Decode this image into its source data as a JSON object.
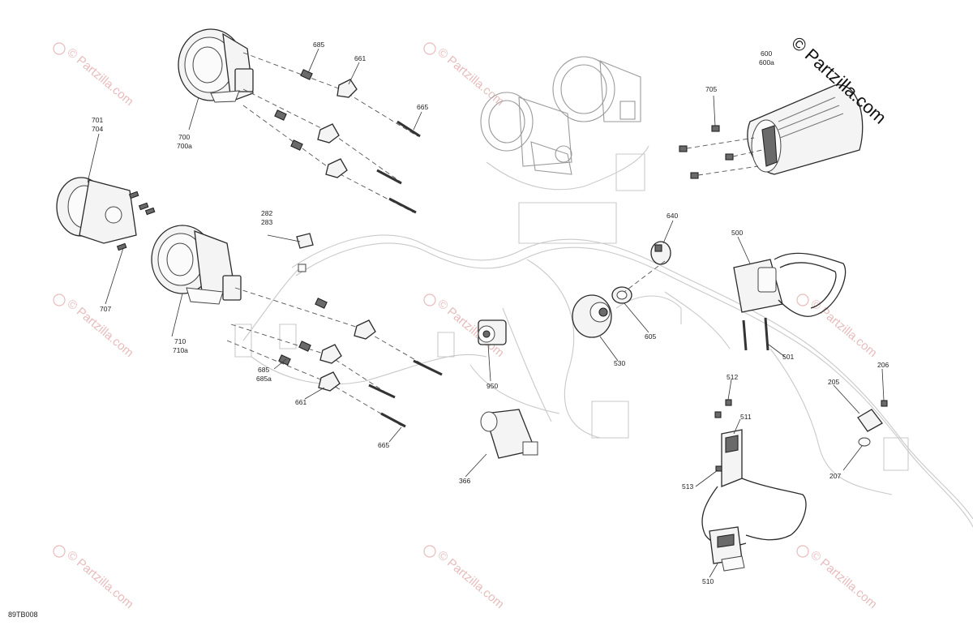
{
  "watermark_text": "© Partzilla.com",
  "copyright_text": "© Partzilla.com",
  "diagram_code": "89TB008",
  "callouts": {
    "c685_top": "685",
    "c661_top": "661",
    "c665_top": "665",
    "c700": "700",
    "c700a": "700a",
    "c701": "701",
    "c704": "704",
    "c707": "707",
    "c282": "282",
    "c283": "283",
    "c710": "710",
    "c710a": "710a",
    "c685_bot": "685",
    "c685a": "685a",
    "c661_bot": "661",
    "c665_bot": "665",
    "c950": "950",
    "c366": "366",
    "c640": "640",
    "c605": "605",
    "c530": "530",
    "c600": "600",
    "c600a": "600a",
    "c705": "705",
    "c500": "500",
    "c501": "501",
    "c512": "512",
    "c511": "511",
    "c513": "513",
    "c510": "510",
    "c205": "205",
    "c206": "206",
    "c207": "207"
  }
}
